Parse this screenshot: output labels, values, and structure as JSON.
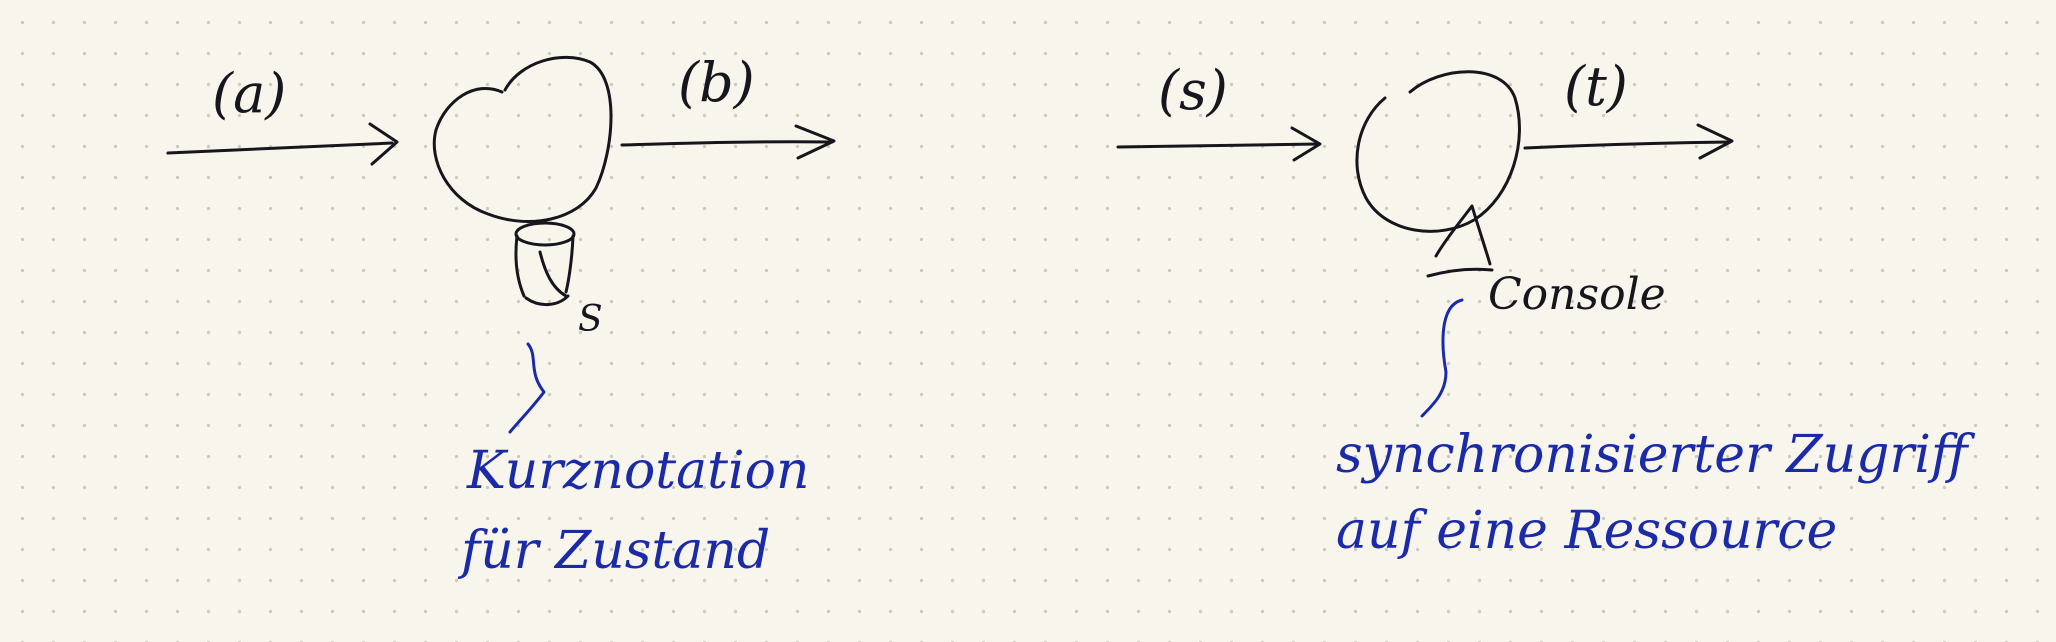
{
  "colors": {
    "paper": "#f8f6ec",
    "grid_dot": "#cbc9bf",
    "ink_black": "#16161c",
    "ink_blue": "#1b2ba8"
  },
  "left_diagram": {
    "input_label": "(a)",
    "output_label": "(b)",
    "state_label": "S",
    "note_line1": "Kurznotation",
    "note_line2": "für Zustand"
  },
  "right_diagram": {
    "input_label": "(s)",
    "output_label": "(t)",
    "resource_label": "Console",
    "note_line1": "synchronisierter Zugriff",
    "note_line2": "auf eine Ressource"
  }
}
